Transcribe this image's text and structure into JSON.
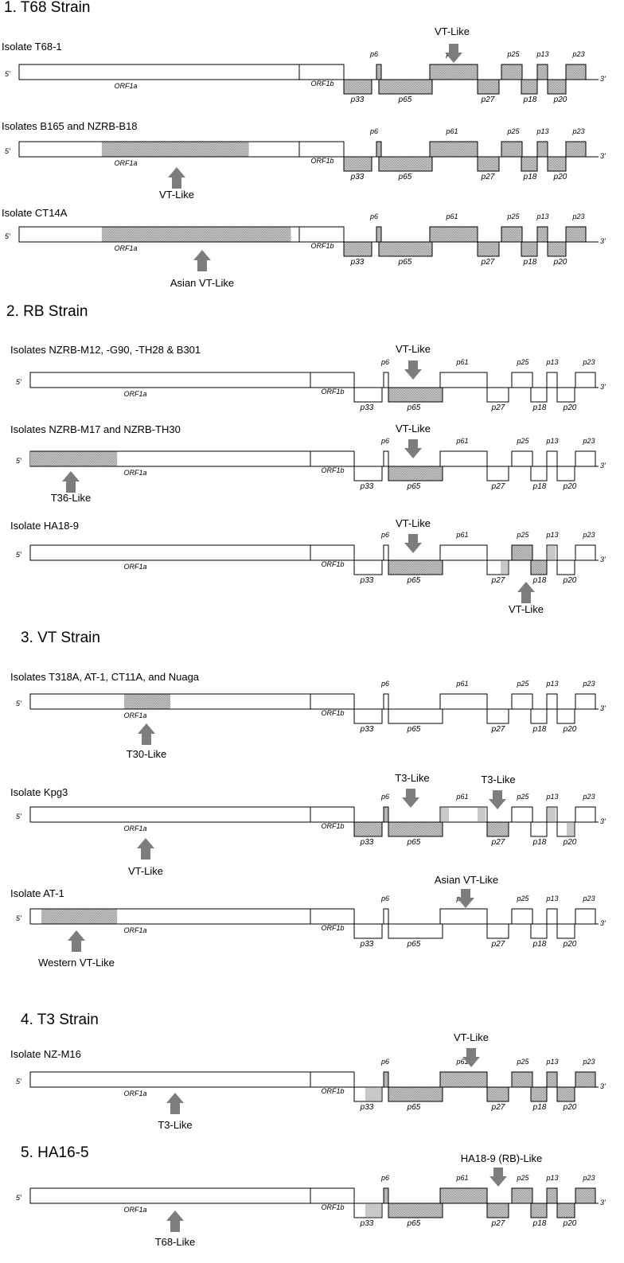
{
  "sections": [
    {
      "title": "1. T68 Strain",
      "isolates": [
        {
          "label": "Isolate T68-1",
          "orf1a_fill": null,
          "shaded": [
            "p33",
            "p6",
            "p65",
            "p61",
            "p25",
            "p13",
            "p23",
            "p27",
            "p18",
            "p20"
          ],
          "partial": [],
          "arrows": [
            {
              "label": "VT-Like",
              "target": "p61",
              "dir": "down"
            }
          ]
        },
        {
          "label": "Isolates B165 and NZRB-B18",
          "orf1a_fill": [
            0.295,
            0.82
          ],
          "shaded": [
            "p33",
            "p6",
            "p65",
            "p61",
            "p25",
            "p13",
            "p23",
            "p27",
            "p18",
            "p20"
          ],
          "partial": [],
          "arrows": [
            {
              "label": "VT-Like",
              "target": "orf1a",
              "dir": "up"
            }
          ]
        },
        {
          "label": "Isolate CT14A",
          "orf1a_fill": [
            0.295,
            0.97
          ],
          "shaded": [
            "p33",
            "p6",
            "p65",
            "p61",
            "p25",
            "p13",
            "p23",
            "p27",
            "p18",
            "p20"
          ],
          "partial": [],
          "arrows": [
            {
              "label": "Asian VT-Like",
              "target": "orf1a",
              "dir": "up"
            }
          ]
        }
      ]
    },
    {
      "title": "2. RB Strain",
      "isolates": [
        {
          "label": "Isolates NZRB-M12, -G90, -TH28 & B301",
          "orf1a_fill": null,
          "shaded": [
            "p65"
          ],
          "partial": [],
          "arrows": [
            {
              "label": "VT-Like",
              "target": "p65",
              "dir": "down"
            }
          ]
        },
        {
          "label": "Isolates NZRB-M17 and NZRB-TH30",
          "orf1a_fill": [
            0.0,
            0.31
          ],
          "shaded": [
            "p65"
          ],
          "partial": [],
          "arrows": [
            {
              "label": "VT-Like",
              "target": "p65",
              "dir": "down"
            },
            {
              "label": "T36-Like",
              "target": "orf1a",
              "dir": "up"
            }
          ]
        },
        {
          "label": "Isolate HA18-9",
          "orf1a_fill": null,
          "shaded": [
            "p65",
            "p25",
            "p18"
          ],
          "partial": [
            "p27",
            "p13"
          ],
          "arrows": [
            {
              "label": "VT-Like",
              "target": "p65",
              "dir": "down"
            },
            {
              "label": "VT-Like",
              "target": "p18",
              "dir": "up"
            }
          ]
        }
      ]
    },
    {
      "title": "3. VT Strain",
      "isolates": [
        {
          "label": "Isolates T318A, AT-1, CT11A, and Nuaga",
          "orf1a_fill": [
            0.335,
            0.5
          ],
          "shaded": [],
          "partial": [],
          "arrows": [
            {
              "label": "T30-Like",
              "target": "orf1a",
              "dir": "up"
            }
          ]
        },
        {
          "label": "Isolate Kpg3",
          "orf1a_fill": null,
          "shaded": [
            "p33",
            "p6",
            "p65",
            "p27"
          ],
          "partial": [
            "p61",
            "p13",
            "p20"
          ],
          "arrows": [
            {
              "label": "T3-Like",
              "target": "p65",
              "dir": "down"
            },
            {
              "label": "T3-Like",
              "target": "p27",
              "dir": "down"
            },
            {
              "label": "VT-Like",
              "target": "orf1a",
              "dir": "up"
            }
          ]
        },
        {
          "label": "Isolate AT-1",
          "orf1a_fill": [
            0.04,
            0.31
          ],
          "shaded": [],
          "partial": [],
          "arrows": [
            {
              "label": "Asian VT-Like",
              "target": "p61",
              "dir": "down"
            },
            {
              "label": "Western VT-Like",
              "target": "orf1a",
              "dir": "up"
            }
          ]
        }
      ]
    },
    {
      "title": "4. T3 Strain",
      "isolates": [
        {
          "label": "Isolate NZ-M16",
          "orf1a_fill": null,
          "shaded": [
            "p6",
            "p65",
            "p61",
            "p25",
            "p13",
            "p23",
            "p27",
            "p18",
            "p20"
          ],
          "partial": [
            "p33"
          ],
          "arrows": [
            {
              "label": "VT-Like",
              "target": "p61",
              "dir": "down"
            },
            {
              "label": "T3-Like",
              "target": "orf1a",
              "dir": "up"
            }
          ]
        }
      ]
    },
    {
      "title": "5. HA16-5",
      "isolates": [
        {
          "label": "",
          "orf1a_fill": null,
          "shaded": [
            "p6",
            "p65",
            "p61",
            "p25",
            "p13",
            "p23",
            "p27",
            "p18",
            "p20"
          ],
          "partial": [
            "p33"
          ],
          "arrows": [
            {
              "label": "HA18-9 (RB)-Like",
              "target": "p27",
              "dir": "down"
            },
            {
              "label": "T68-Like",
              "target": "orf1a",
              "dir": "up"
            }
          ]
        }
      ]
    }
  ],
  "gene_labels": {
    "five_prime": "5'",
    "three_prime": "3'",
    "orf1a": "ORF1a",
    "orf1b": "ORF1b",
    "genes": [
      "p33",
      "p6",
      "p65",
      "p61",
      "p27",
      "p25",
      "p18",
      "p13",
      "p20",
      "p23"
    ]
  },
  "colors": {
    "shade": "#b9b9b9",
    "partial": "#c8c8c8",
    "arrow": "#7d7d7d",
    "line": "#000000"
  }
}
